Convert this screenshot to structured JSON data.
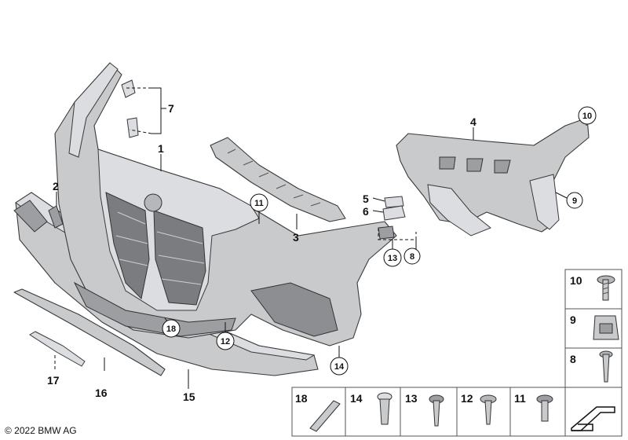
{
  "callouts": {
    "c1": "1",
    "c2": "2",
    "c3": "3",
    "c4": "4",
    "c5": "5",
    "c6": "6",
    "c7": "7",
    "c8": "8",
    "c9": "9",
    "c10": "10",
    "c11": "11",
    "c12": "12",
    "c13": "13",
    "c14": "14",
    "c15": "15",
    "c16": "16",
    "c17": "17",
    "c18": "18"
  },
  "legend_right": [
    "10",
    "9",
    "8"
  ],
  "legend_bottom": [
    "18",
    "14",
    "13",
    "12",
    "11"
  ],
  "copyright": "© 2022 BMW AG"
}
